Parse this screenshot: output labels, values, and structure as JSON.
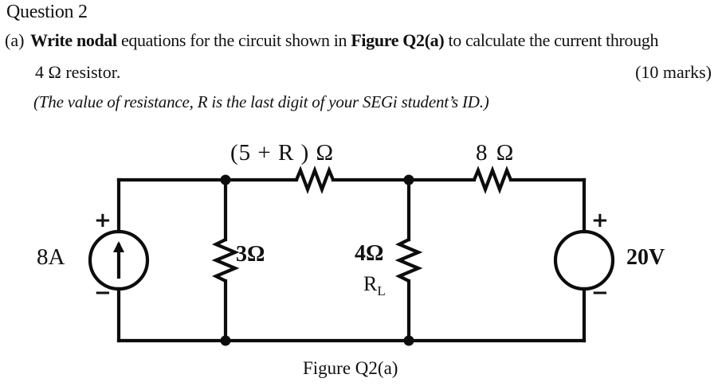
{
  "question": {
    "title": "Question 2",
    "part_marker": "(a)",
    "line1_pre": "Write nodal",
    "line1_mid": " equations for the circuit shown in ",
    "line1_bold2": "Figure Q2(a)",
    "line1_post": " to calculate the current through",
    "line2": "4 Ω resistor.",
    "marks": "(10 marks)",
    "line3": "(The value of resistance, R is the last digit of your SEGi student’s ID.)"
  },
  "figure": {
    "caption": "Figure Q2(a)",
    "components": {
      "current_source": {
        "label": "8A",
        "plus": "+",
        "minus": "−",
        "symbol": "current-source-arrow-up"
      },
      "series_resistor_top_left": {
        "label": "(5 + R ) Ω"
      },
      "shunt_resistor_left": {
        "label": "3Ω"
      },
      "load_resistor": {
        "label": "4Ω",
        "sublabel_main": "R",
        "sublabel_sub": "L"
      },
      "series_resistor_top_right": {
        "label": "8 Ω"
      },
      "voltage_source": {
        "label": "20V",
        "plus": "+",
        "minus": "−",
        "symbol": "voltage-source-circle"
      }
    },
    "colors": {
      "wire": "#0d0d0d",
      "background": "#ffffff",
      "text": "#111111"
    }
  }
}
